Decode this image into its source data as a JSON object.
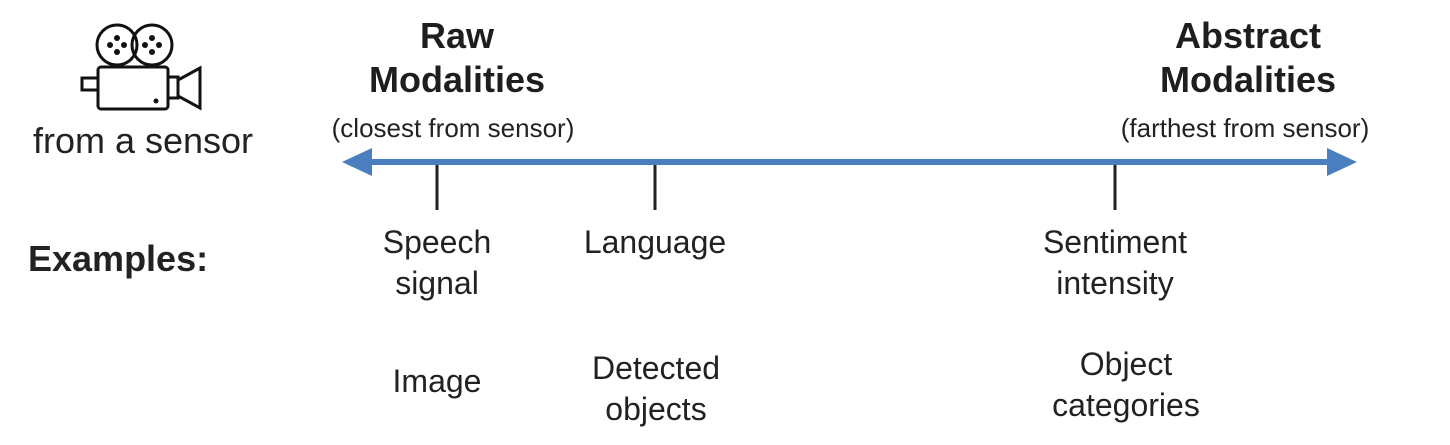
{
  "sensor": {
    "icon": "video-camera-icon",
    "label": "from a sensor"
  },
  "axis": {
    "color": "#4a7ebf",
    "left": {
      "title_line1": "Raw",
      "title_line2": "Modalities",
      "subtitle": "(closest from sensor)"
    },
    "right": {
      "title_line1": "Abstract",
      "title_line2": "Modalities",
      "subtitle": "(farthest from sensor)"
    }
  },
  "examples_label": "Examples:",
  "columns": [
    {
      "row1": [
        "Speech",
        "signal"
      ],
      "row2": [
        "Image"
      ]
    },
    {
      "row1": [
        "Language"
      ],
      "row2": [
        "Detected",
        "objects"
      ]
    },
    {
      "row1": [
        "Sentiment",
        "intensity"
      ],
      "row2": [
        "Object",
        "categories"
      ]
    }
  ]
}
